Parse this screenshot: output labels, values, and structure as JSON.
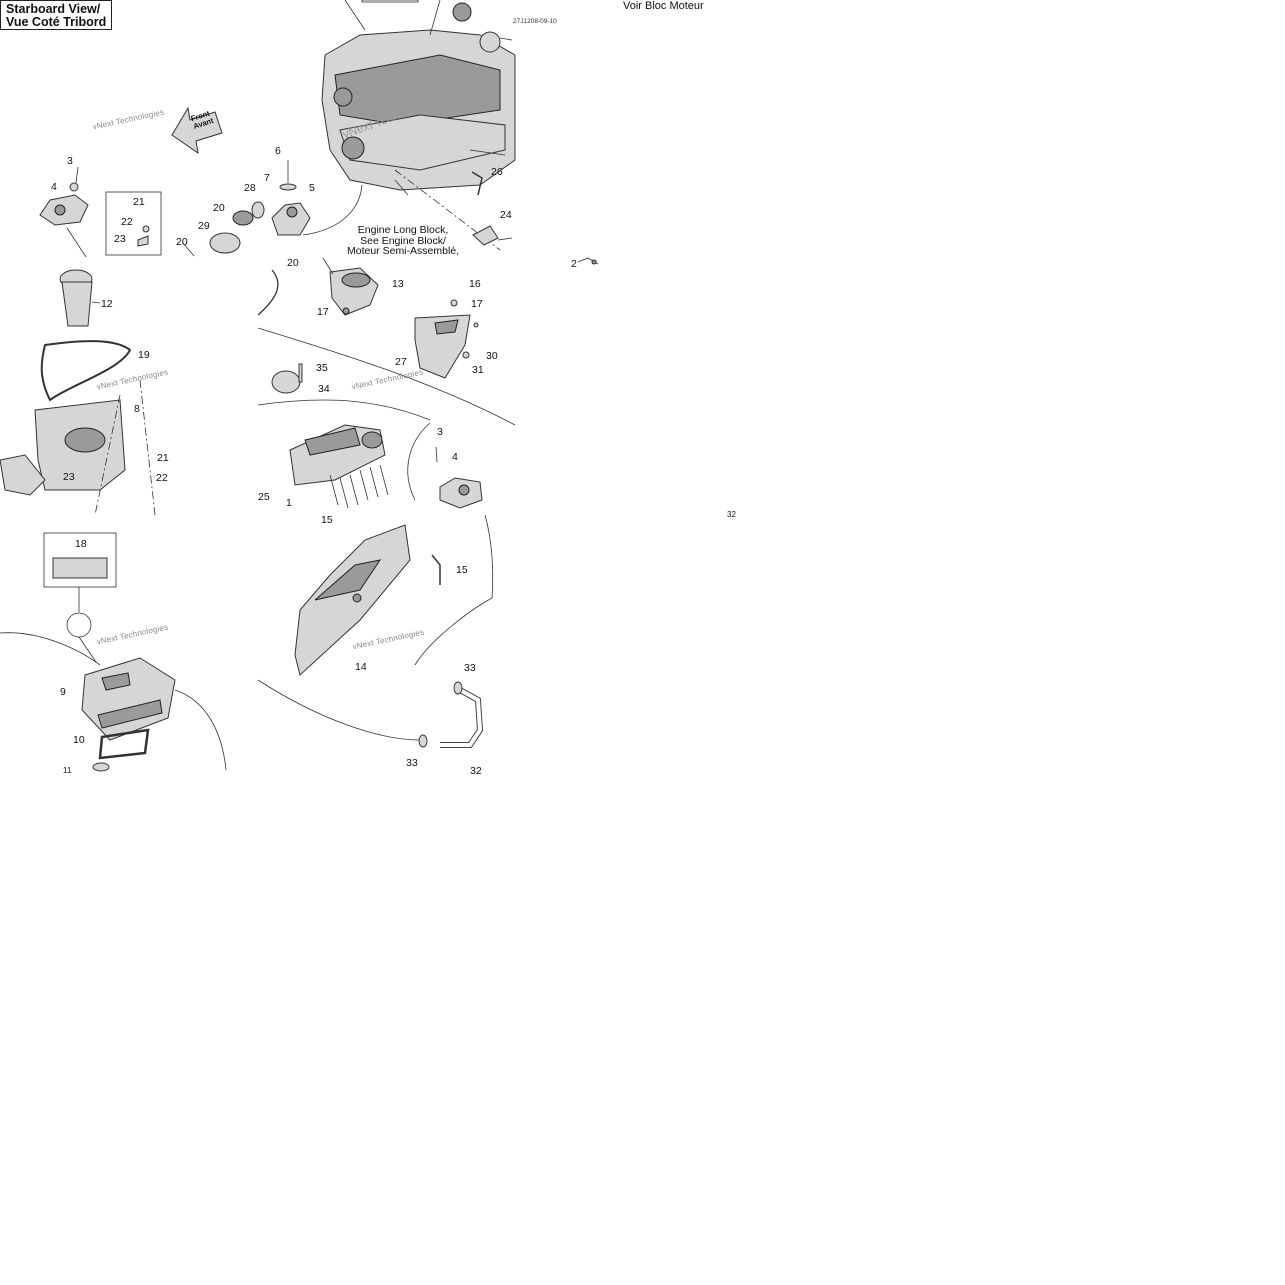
{
  "title": {
    "line1": "Starboard View/",
    "line2": "Vue Coté Tribord"
  },
  "ref_code": "27J1208-09-10",
  "top_note": "Voir Bloc Moteur",
  "engine_note": {
    "line1": "Engine Long Block,",
    "line2": "See Engine Block/",
    "line3": "Moteur Semi-Assemblé,"
  },
  "front_arrow": {
    "line1": "Front",
    "line2": "Avant"
  },
  "watermark": "vNext Technologies",
  "watermark_engine": "vNext Technologies",
  "callouts": [
    "3",
    "4",
    "6",
    "7",
    "5",
    "28",
    "21",
    "22",
    "23",
    "20",
    "29",
    "20",
    "20",
    "13",
    "16",
    "17",
    "17",
    "12",
    "19",
    "8",
    "27",
    "30",
    "31",
    "35",
    "34",
    "3",
    "4",
    "21",
    "22",
    "23",
    "25",
    "1",
    "15",
    "26",
    "24",
    "2",
    "32",
    "18",
    "15",
    "14",
    "33",
    "33",
    "32",
    "9",
    "10",
    "11"
  ]
}
